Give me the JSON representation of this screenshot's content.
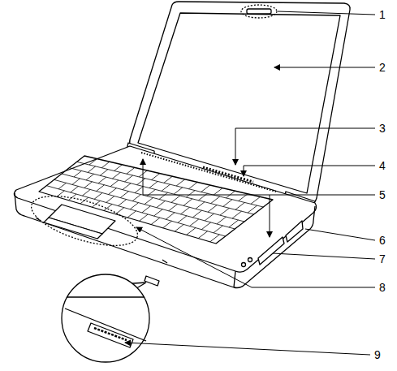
{
  "diagram": {
    "labels": [
      "1",
      "2",
      "3",
      "4",
      "5",
      "6",
      "7",
      "8",
      "9"
    ]
  }
}
